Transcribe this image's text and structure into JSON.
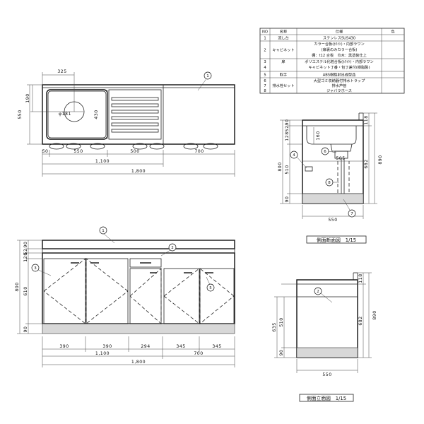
{
  "parts_table": {
    "headers": [
      "NO",
      "名称",
      "仕様",
      "色"
    ],
    "rows": [
      {
        "no": "1",
        "name": "流し台",
        "spec": [
          "ステンレスSUS430"
        ],
        "color": ""
      },
      {
        "no": "2",
        "name": "キャビネット",
        "spec": [
          "カラー合板(ﾎﾜｲﾄ)・内部ラワン",
          "(扉裏のみカラー合板)",
          "棚：t12 合板　巾木：黒塗装仕上"
        ],
        "color": ""
      },
      {
        "no": "3\n4",
        "name": "扉",
        "spec": [
          "ポリエステル化粧合板(ﾎﾜｲﾄ)・内部ラワン",
          "キャビネット丁番・包丁差付(樹脂製)"
        ],
        "color": ""
      },
      {
        "no": "5",
        "name": "取手",
        "spec": [
          "ABS樹脂射出成型品"
        ],
        "color": ""
      },
      {
        "no": "6\n7\n8",
        "name": "排水栓セット",
        "spec": [
          "大型ゴミ収納器付排水トラップ",
          "排水芦管",
          "ジャバラホース"
        ],
        "color": ""
      }
    ]
  },
  "top_view": {
    "dims": {
      "bowl_offset": "325",
      "bowl_depth": "190",
      "total_depth": "550",
      "bowl_diameter": "φ181",
      "bowl_length": "430",
      "edge": "50",
      "bowl_width": "550",
      "drainboard": "500",
      "worktop": "700",
      "sink_unit": "1,100",
      "overall": "1,800"
    }
  },
  "front_view": {
    "dims": {
      "h_top": "90",
      "h_rail": "52",
      "h_drawer": "128",
      "h_door": "610",
      "h_base": "90",
      "h_total": "800",
      "d1": "390",
      "d2": "390",
      "d3": "294",
      "d4": "345",
      "d5": "345",
      "unit_a": "1,100",
      "unit_b": "700",
      "overall": "1,800"
    }
  },
  "side_section": {
    "caption": "側面断面図　1/15",
    "dims": {
      "top": "90",
      "rail": "52",
      "upper": "128",
      "bowl_depth": "160",
      "offset": "505",
      "cab_h": "510",
      "total": "800",
      "base": "90",
      "inner": "682",
      "total_right": "890",
      "top_right": "118",
      "depth": "550"
    }
  },
  "side_elevation": {
    "caption": "側面立面図　1/15",
    "dims": {
      "top_right": "118",
      "inner": "682",
      "total_right": "890",
      "total_left": "635",
      "cab_h": "510",
      "base": "90",
      "depth": "550"
    }
  },
  "callouts": {
    "c1": "1",
    "c2": "2",
    "c3": "3",
    "c4": "4",
    "c5": "5",
    "c6": "6",
    "c7": "7",
    "c8": "8"
  }
}
